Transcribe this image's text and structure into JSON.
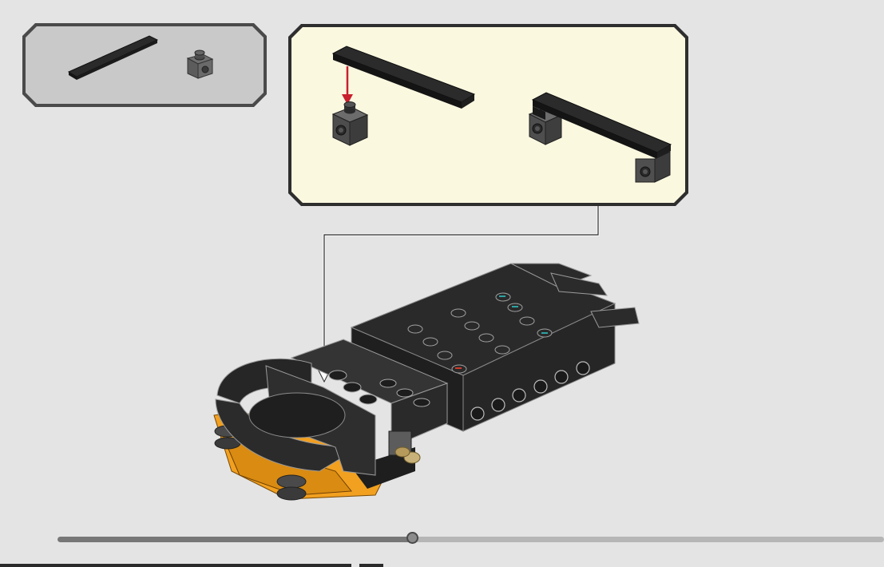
{
  "viewer": {
    "progress": 0.43
  },
  "panels": {
    "parts_callout": {
      "parts": [
        "black-tile-1x6",
        "grey-brick-1x1-with-stud-on-side"
      ],
      "background": "#c9c9c9"
    },
    "sub_assembly": {
      "background": "#fbf8e0"
    }
  },
  "colors": {
    "arrow": "#c8202e",
    "brick_black": "#262626",
    "brick_dark_grey": "#5a5a5a",
    "brick_orange": "#f2a020",
    "brick_tan": "#c9b27a",
    "stud_teal": "#2fa3a3",
    "stud_red": "#d23a2c"
  },
  "icons": {
    "slider_thumb": "circle-handle"
  }
}
